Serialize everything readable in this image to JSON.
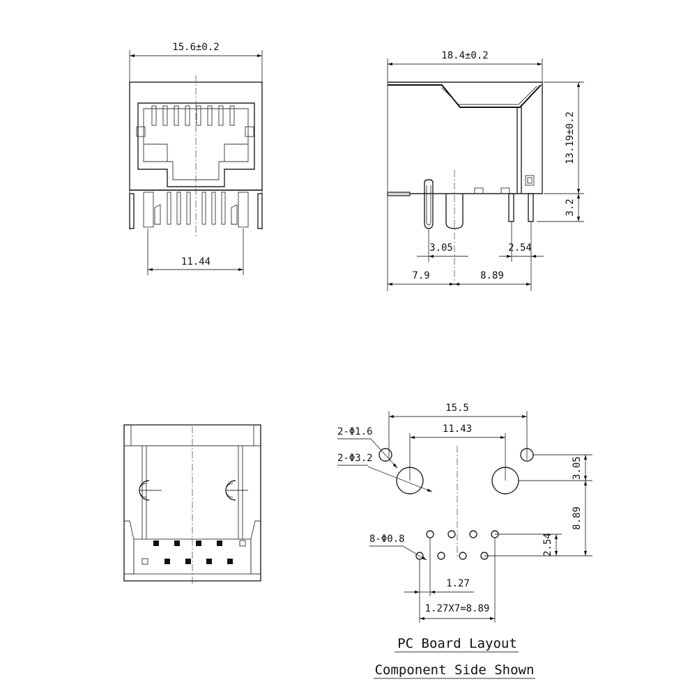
{
  "front_view": {
    "width_dim": "15.6±0.2",
    "pitch_dim": "11.44"
  },
  "side_view": {
    "length_dim": "18.4±0.2",
    "height_dim": "13.19±0.2",
    "pin_length_dim": "3.2",
    "pin_offset_dim": "3.05",
    "pin_spacing_dim": "2.54",
    "left_offset_dim": "7.9",
    "right_offset_dim": "8.89"
  },
  "pcb_layout": {
    "overall_width_dim": "15.5",
    "post_spacing_dim": "11.43",
    "small_hole_label": "2-Φ1.6",
    "large_hole_label": "2-Φ3.2",
    "pin_hole_label": "8-Φ0.8",
    "vertical_dim_1": "3.05",
    "vertical_dim_2": "8.89",
    "row_spacing_dim": "2.54",
    "pin_pitch_dim": "1.27",
    "pin_span_dim": "1.27X7=8.89",
    "caption_line1": "PC Board Layout",
    "caption_line2": "Component Side Shown"
  }
}
